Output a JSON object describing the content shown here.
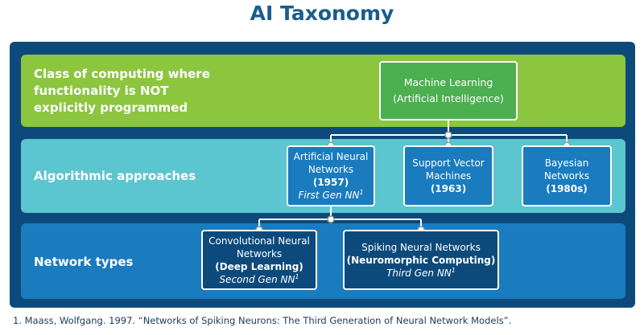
{
  "title": "AI Taxonomy",
  "colors": {
    "outer": "#0d4a7c",
    "green": "#8cc63f",
    "teal": "#5bc5d0",
    "blue": "#1a7bbf",
    "ml_node": "#4caf50",
    "title": "#1a5d8c"
  },
  "bands": {
    "computing": "Class of computing where functionality is NOT explicitly programmed",
    "algorithms": "Algorithmic approaches",
    "networks": "Network types"
  },
  "nodes": {
    "ml": {
      "line1": "Machine Learning",
      "line2": "(Artificial Intelligence)"
    },
    "ann": {
      "line1": "Artificial Neural",
      "line2": "Networks",
      "year": "(1957)",
      "gen": "First Gen NN",
      "sup": "1"
    },
    "svm": {
      "line1": "Support Vector",
      "line2": "Machines",
      "year": "(1963)"
    },
    "bayes": {
      "line1": "Bayesian",
      "line2": "Networks",
      "year": "(1980s)"
    },
    "cnn": {
      "line1": "Convolutional Neural",
      "line2": "Networks",
      "sub": "(Deep Learning)",
      "gen": "Second Gen NN",
      "sup": "1"
    },
    "snn": {
      "line1": "Spiking Neural Networks",
      "sub": "(Neuromorphic Computing)",
      "gen": "Third Gen NN",
      "sup": "1"
    }
  },
  "footnote": "1. Maass, Wolfgang. 1997. “Networks of Spiking Neurons: The Third Generation of Neural Network Models”."
}
